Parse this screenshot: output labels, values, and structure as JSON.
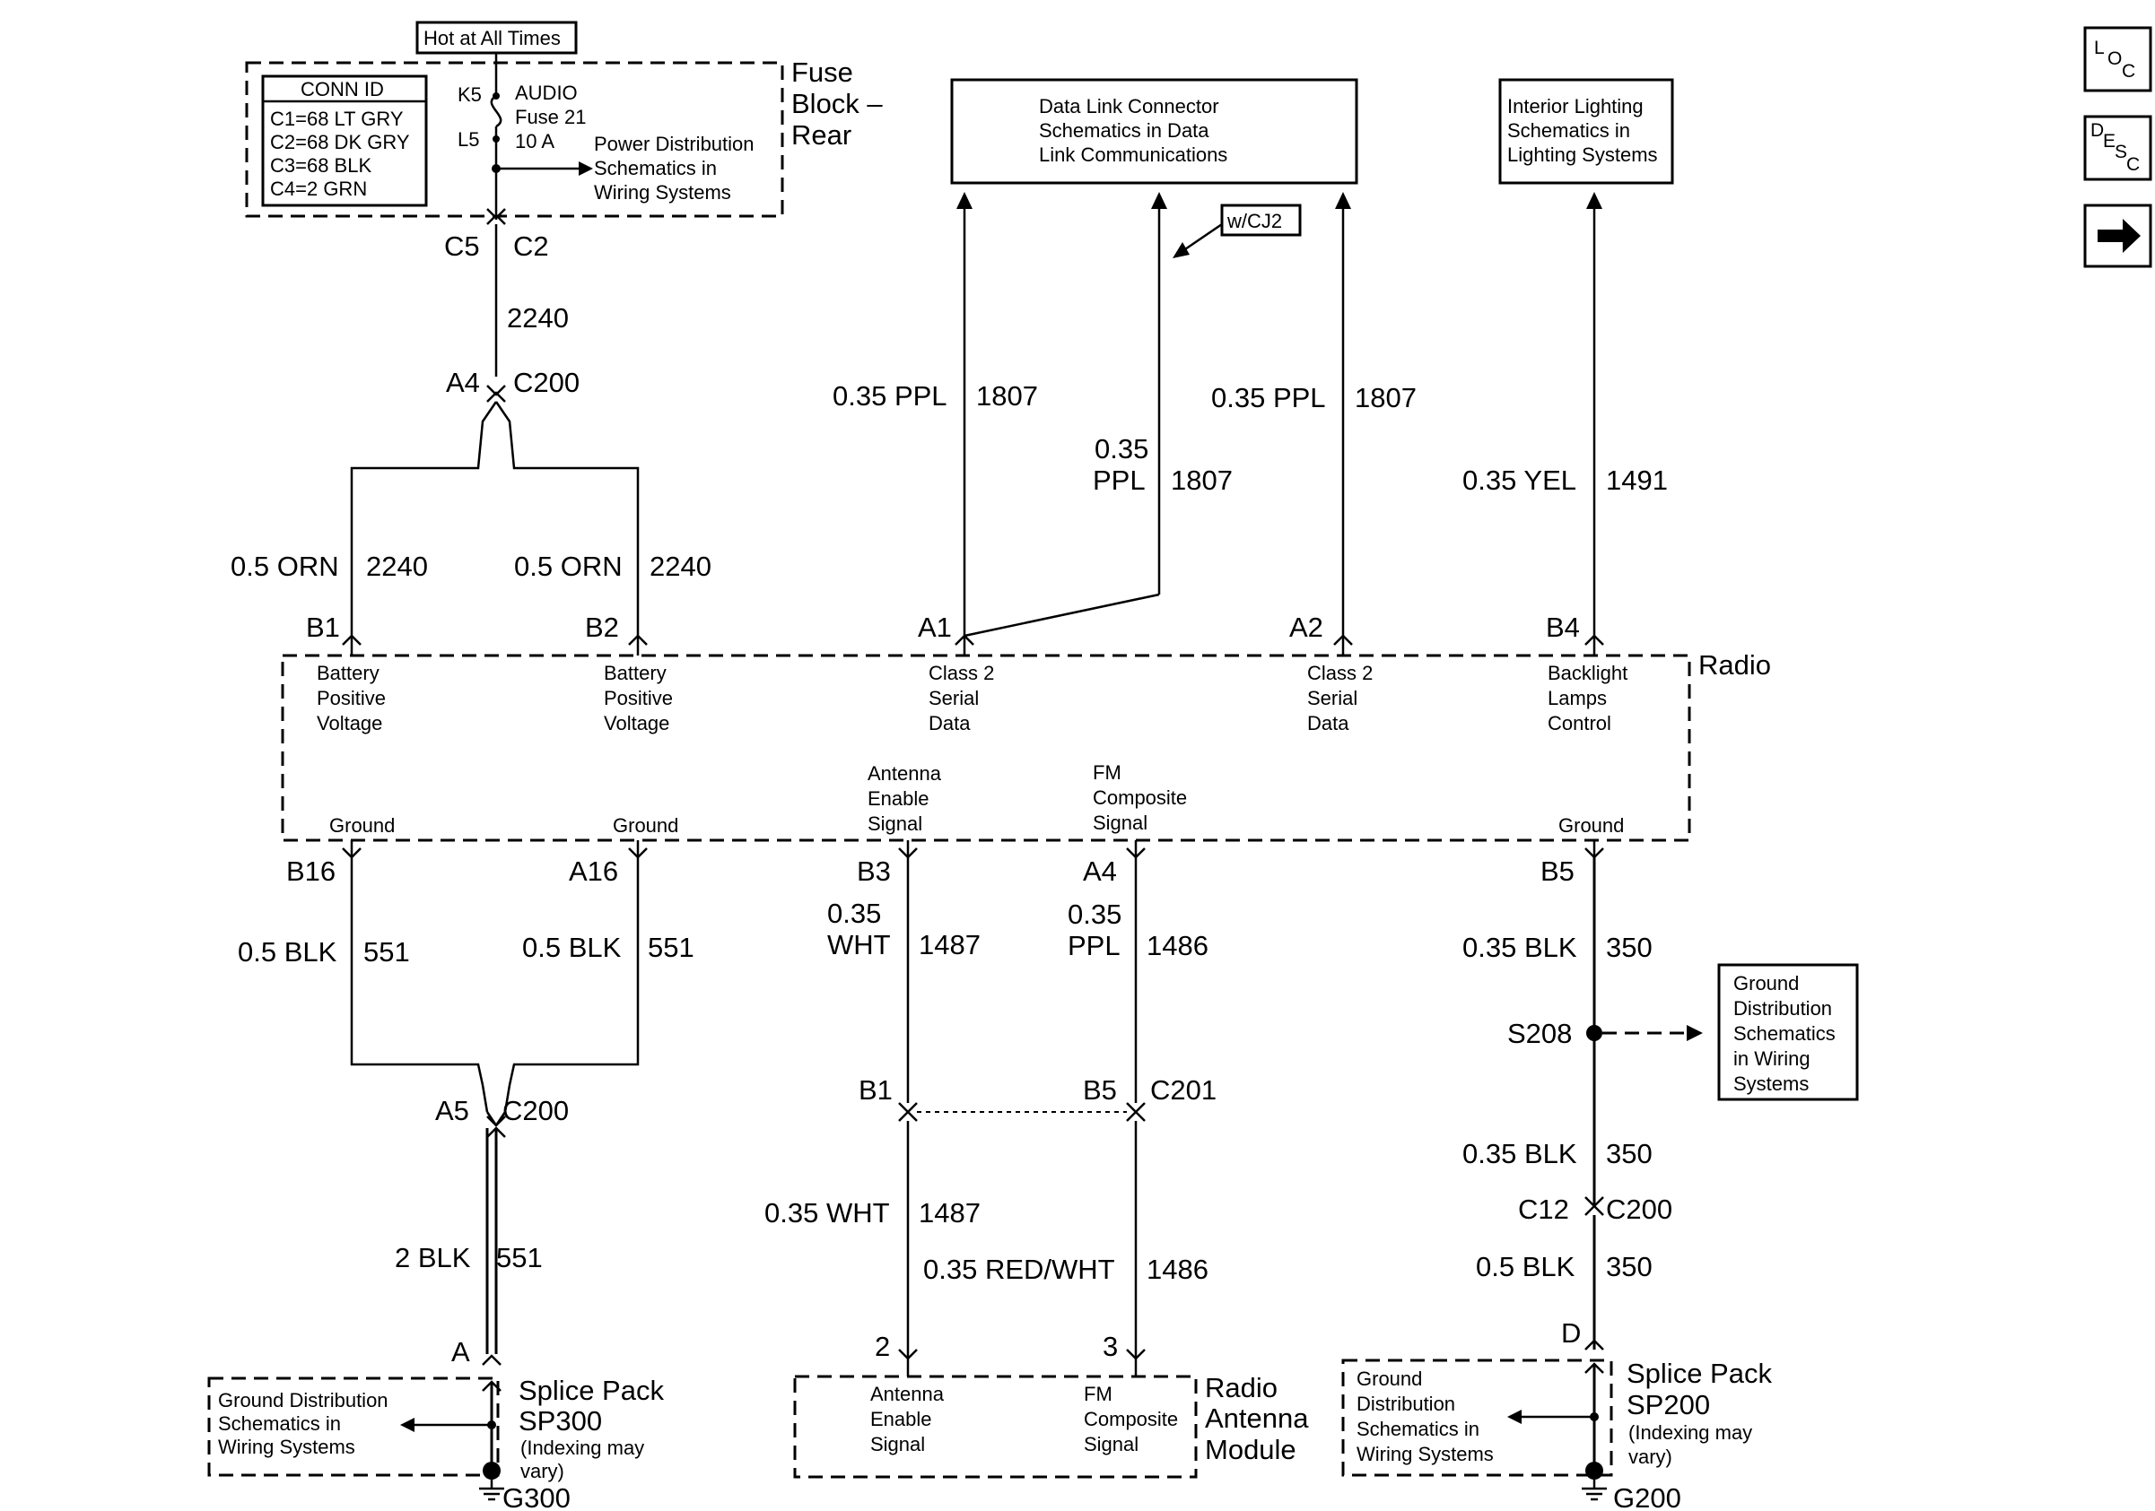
{
  "nav": {
    "loc_l": "L",
    "loc_o": "O",
    "loc_c": "C",
    "desc_d": "D",
    "desc_e": "E",
    "desc_s": "S",
    "desc_c": "C"
  },
  "fuse_block": {
    "hot_label": "Hot at All Times",
    "title_1": "Fuse",
    "title_2": "Block –",
    "title_3": "Rear",
    "conn_header": "CONN ID",
    "conn_ids": [
      "C1=68 LT GRY",
      "C2=68 DK GRY",
      "C3=68 BLK",
      "C4=2 GRN"
    ],
    "k5": "K5",
    "l5": "L5",
    "fuse_1": "AUDIO",
    "fuse_2": "Fuse 21",
    "fuse_3": "10 A",
    "power_1": "Power Distribution",
    "power_2": "Schematics in",
    "power_3": "Wiring Systems",
    "c5": "C5",
    "c2": "C2",
    "wire_2240": "2240"
  },
  "connector_c200_top": {
    "a4": "A4",
    "c200": "C200"
  },
  "battery_wires": {
    "left_gauge": "0.5 ORN",
    "left_num": "2240",
    "right_gauge": "0.5 ORN",
    "right_num": "2240"
  },
  "dlc_box": {
    "line_1": "Data Link Connector",
    "line_2": "Schematics in Data",
    "line_3": "Link Communications"
  },
  "dlc_wires": {
    "w1_gauge": "0.35 PPL",
    "w1_num": "1807",
    "w2_gauge_1": "0.35",
    "w2_gauge_2": "PPL",
    "w2_num": "1807",
    "w3_gauge": "0.35 PPL",
    "w3_num": "1807",
    "option": "w/CJ2"
  },
  "lighting_box": {
    "line_1": "Interior Lighting",
    "line_2": "Schematics in",
    "line_3": "Lighting Systems"
  },
  "lighting_wire": {
    "gauge": "0.35 YEL",
    "num": "1491"
  },
  "radio": {
    "title": "Radio",
    "pins_top": [
      "B1",
      "B2",
      "A1",
      "A2",
      "B4"
    ],
    "func_b1": [
      "Battery",
      "Positive",
      "Voltage"
    ],
    "func_b2": [
      "Battery",
      "Positive",
      "Voltage"
    ],
    "func_a1": [
      "Class 2",
      "Serial",
      "Data"
    ],
    "func_a2": [
      "Class 2",
      "Serial",
      "Data"
    ],
    "func_b4": [
      "Backlight",
      "Lamps",
      "Control"
    ],
    "func_antenna": [
      "Antenna",
      "Enable",
      "Signal"
    ],
    "func_fm": [
      "FM",
      "Composite",
      "Signal"
    ],
    "ground_1": "Ground",
    "ground_2": "Ground",
    "ground_3": "Ground",
    "pins_bottom": [
      "B16",
      "A16",
      "B3",
      "A4",
      "B5"
    ]
  },
  "ground_wires": {
    "b16_gauge": "0.5 BLK",
    "b16_num": "551",
    "a16_gauge": "0.5 BLK",
    "a16_num": "551",
    "a5": "A5",
    "c200": "C200",
    "main_gauge": "2 BLK",
    "main_num": "551",
    "pin_a": "A"
  },
  "sp300": {
    "box_1": "Ground Distribution",
    "box_2": "Schematics in",
    "box_3": "Wiring Systems",
    "title_1": "Splice Pack",
    "title_2": "SP300",
    "note_1": "(Indexing may",
    "note_2": "vary)",
    "ground": "G300"
  },
  "antenna_wires": {
    "b3_gauge_1": "0.35",
    "b3_gauge_2": "WHT",
    "b3_num": "1487",
    "a4_gauge_1": "0.35",
    "a4_gauge_2": "PPL",
    "a4_num": "1486",
    "c201_b1": "B1",
    "c201_b5": "B5",
    "c201": "C201",
    "lower_wht_gauge": "0.35 WHT",
    "lower_wht_num": "1487",
    "lower_red_gauge": "0.35 RED/WHT",
    "lower_red_num": "1486",
    "pin_2": "2",
    "pin_3": "3"
  },
  "antenna_module": {
    "func_1": [
      "Antenna",
      "Enable",
      "Signal"
    ],
    "func_2": [
      "FM",
      "Composite",
      "Signal"
    ],
    "title_1": "Radio",
    "title_2": "Antenna",
    "title_3": "Module"
  },
  "right_ground": {
    "b5_gauge": "0.35 BLK",
    "b5_num": "350",
    "s208": "S208",
    "box": [
      "Ground",
      "Distribution",
      "Schematics",
      "in Wiring",
      "Systems"
    ],
    "mid_gauge": "0.35 BLK",
    "mid_num": "350",
    "c12": "C12",
    "c200": "C200",
    "low_gauge": "0.5 BLK",
    "low_num": "350",
    "pin_d": "D"
  },
  "sp200": {
    "box": [
      "Ground",
      "Distribution",
      "Schematics in",
      "Wiring Systems"
    ],
    "title_1": "Splice Pack",
    "title_2": "SP200",
    "note_1": "(Indexing may",
    "note_2": "vary)",
    "ground": "G200"
  }
}
